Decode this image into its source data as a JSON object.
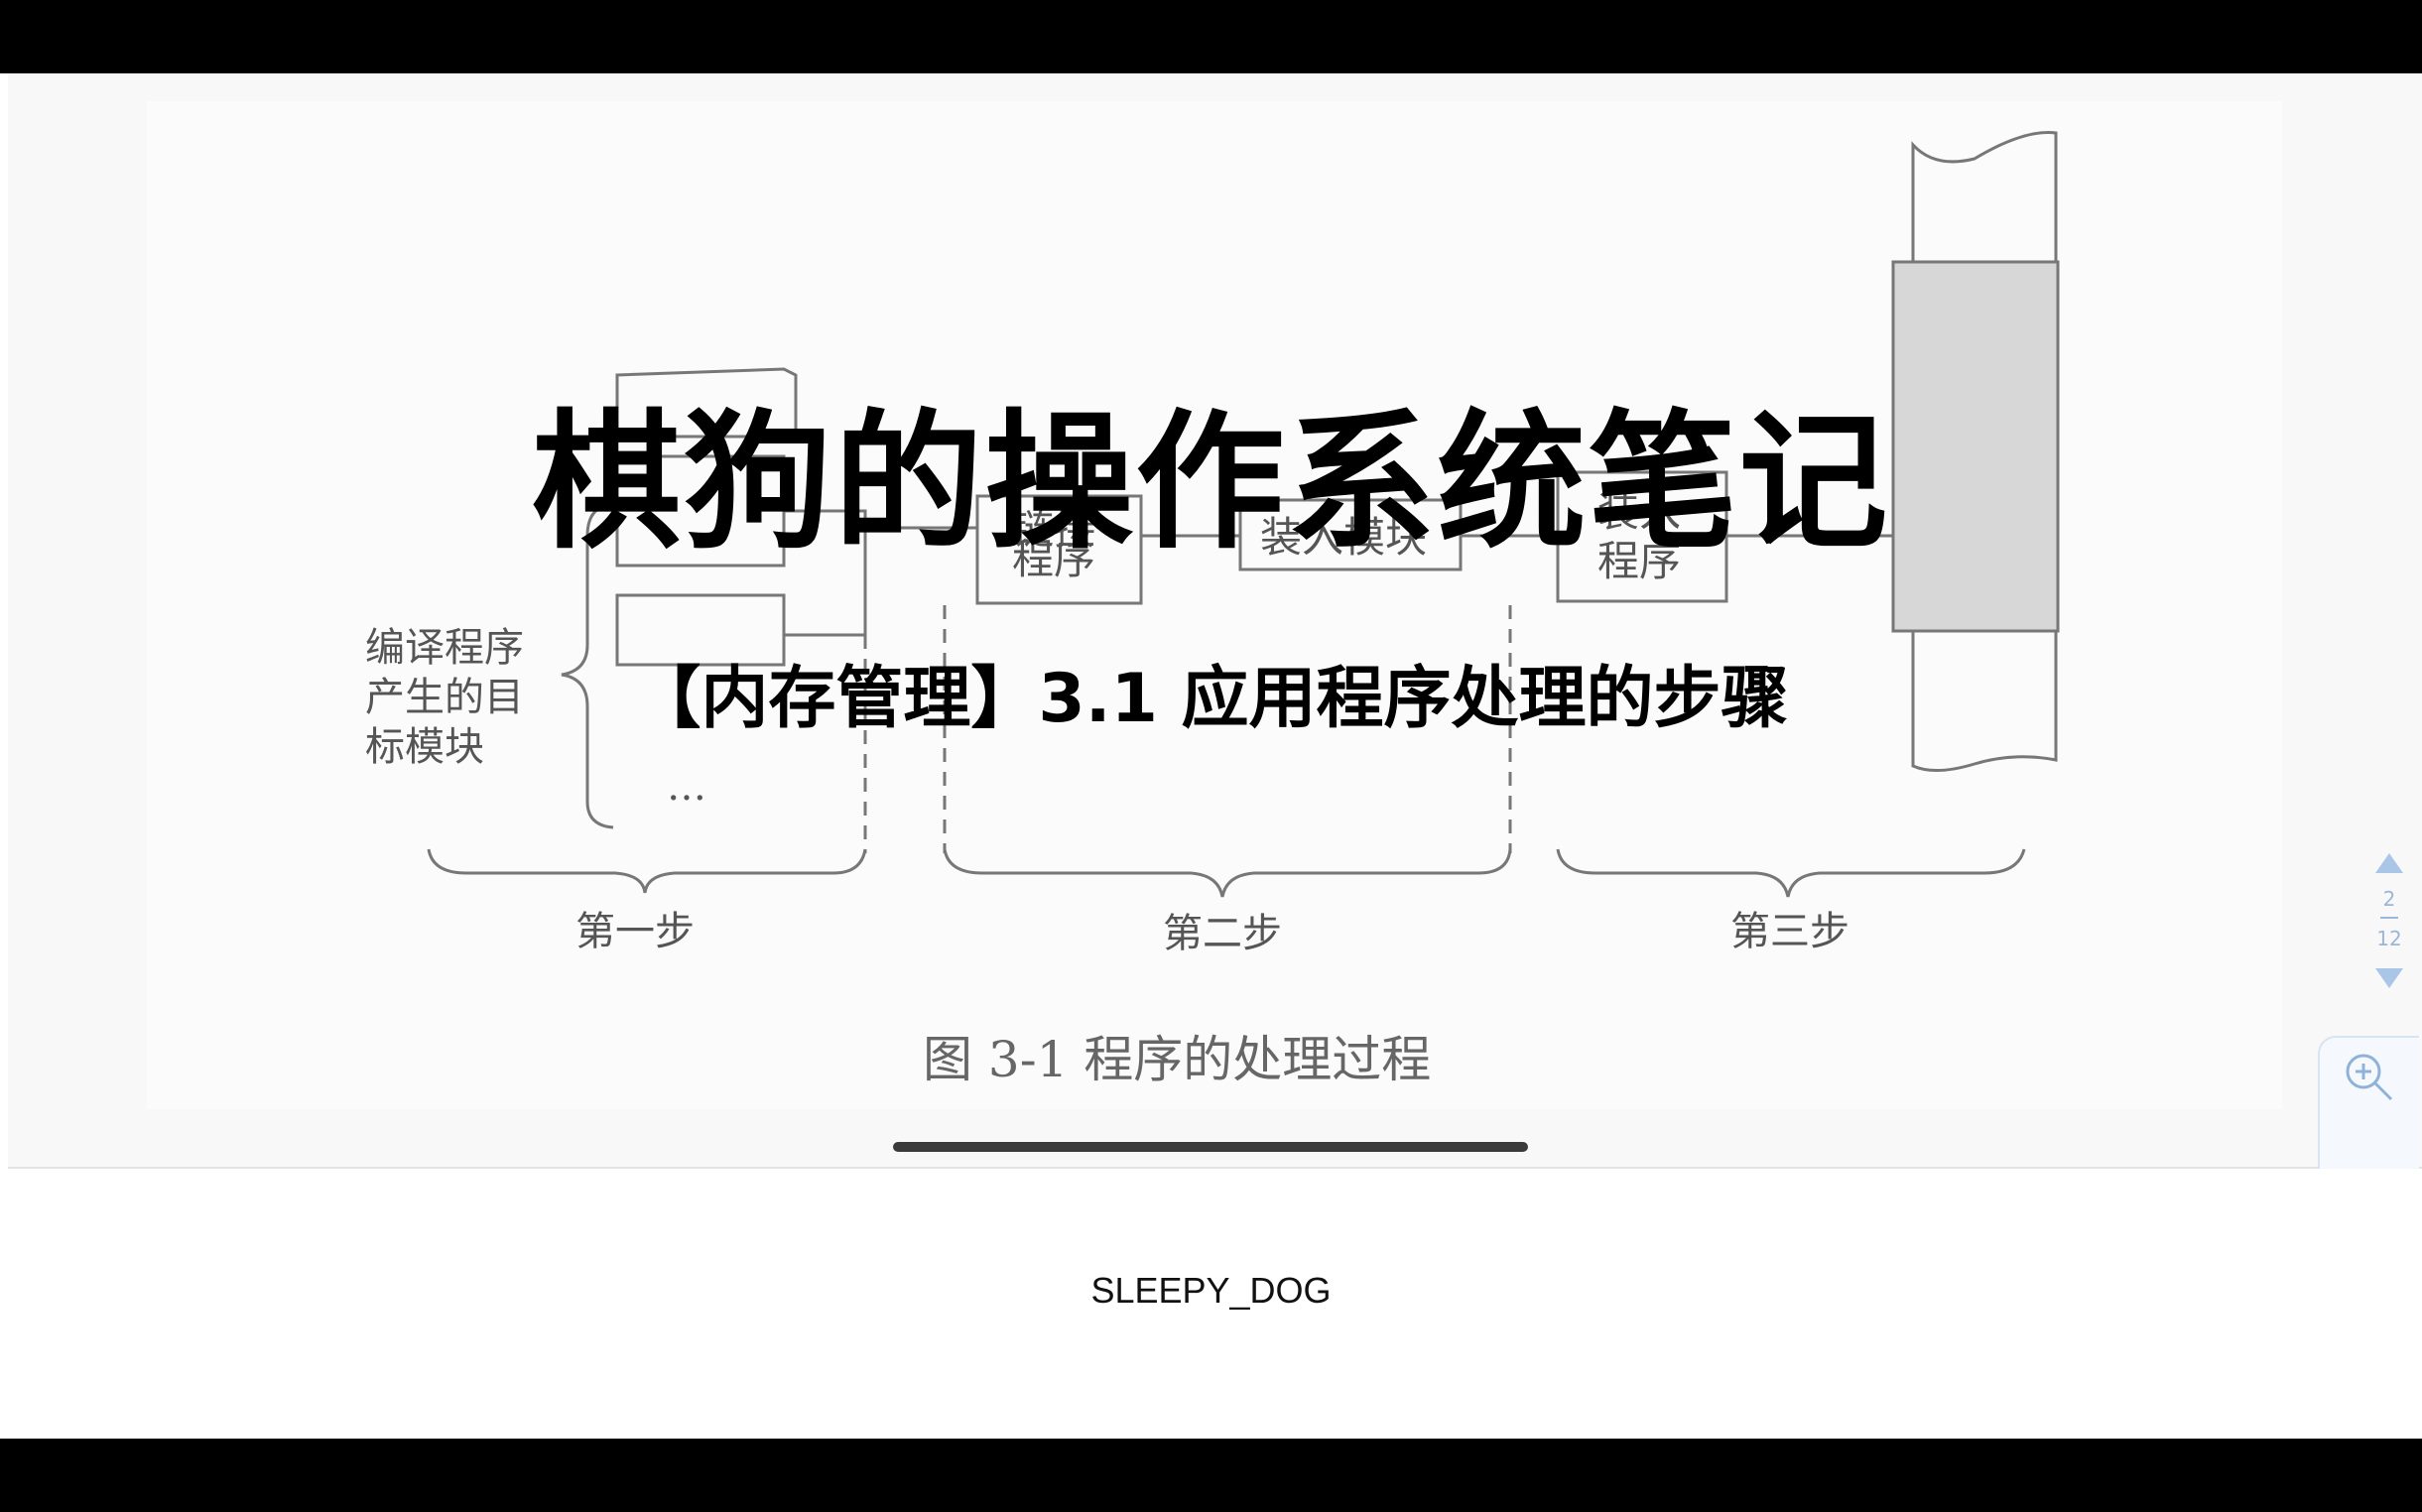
{
  "video": {
    "title": "棋狗的操作系统笔记",
    "subtitle": "【内存管理】3.1 应用程序处理的步骤",
    "footer": "SLEEPY_DOG"
  },
  "figure": {
    "caption": "图 3-1    程序的处理过程",
    "labels": {
      "modules_line1": "编译程序",
      "modules_line2": "产生的目",
      "modules_line3": "标模块",
      "ellipsis": "…",
      "linker_line1": "链接",
      "linker_line2": "程序",
      "load_module": "装入模块",
      "loader_line1": "装入",
      "loader_line2": "程序",
      "step1": "第一步",
      "step2": "第二步",
      "step3": "第三步"
    }
  },
  "reader": {
    "current_page": "2",
    "total_pages": "12",
    "zoom_icon": "zoom-in-icon",
    "accent_color": "#a9c6e6"
  }
}
